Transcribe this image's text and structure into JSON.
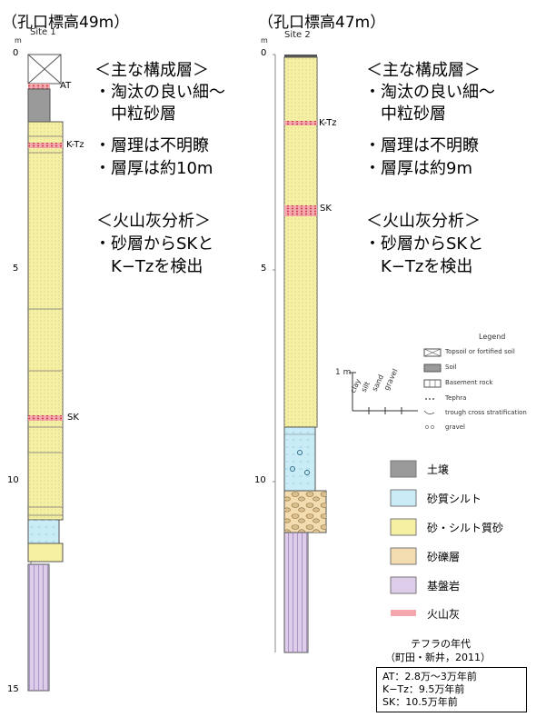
{
  "colors": {
    "sand": "#f5f0a2",
    "soil": "#9a9a9a",
    "sandy_silt": "#c9ecf7",
    "gravel": "#f3dcb0",
    "basement": "#ddcdeb",
    "tephra": "#f4a8ae",
    "tephra_dots": "#c0232f"
  },
  "site1": {
    "heading": "（孔口標高49m）",
    "axis_unit": "m",
    "name": "Site 1",
    "ticks": [
      "0",
      "5",
      "10",
      "15"
    ],
    "tephra_labels": [
      "AT",
      "K-Tz",
      "SK"
    ],
    "notes": {
      "composition_title": "＜主な構成層＞",
      "lines": [
        "・淘汰の良い細～",
        "中粒砂層",
        "・層理は不明瞭",
        "・層厚は約10m"
      ],
      "ash_title": "＜火山灰分析＞",
      "ash_lines": [
        "・砂層からSKと",
        "K−Tzを検出"
      ]
    }
  },
  "site2": {
    "heading": "（孔口標高47m）",
    "axis_unit": "m",
    "name": "Site 2",
    "ticks": [
      "0",
      "5",
      "10"
    ],
    "tephra_labels": [
      "K-Tz",
      "SK"
    ],
    "notes": {
      "composition_title": "＜主な構成層＞",
      "lines": [
        "・淘汰の良い細～",
        "中粒砂層",
        "・層理は不明瞭",
        "・層厚は約9m"
      ],
      "ash_title": "＜火山灰分析＞",
      "ash_lines": [
        "・砂層からSKと",
        "K−Tzを検出"
      ]
    }
  },
  "legend": {
    "title": "Legend",
    "items": [
      {
        "icon": "topsoil-icon",
        "label": "Topsoil or fortified soil"
      },
      {
        "icon": "soil-icon",
        "label": "Soil"
      },
      {
        "icon": "basement-rock-icon",
        "label": "Basement rock"
      },
      {
        "icon": "tephra-icon",
        "label": "Tephra"
      },
      {
        "icon": "trough-cross-icon",
        "label": "trough cross stratification"
      },
      {
        "icon": "gravel-icon",
        "label": "gravel"
      }
    ],
    "scale_label": "1 m",
    "grain_sizes": [
      "clay",
      "silt",
      "sand",
      "gravel"
    ]
  },
  "color_legend": [
    {
      "label": "土壌",
      "color_key": "soil"
    },
    {
      "label": "砂質シルト",
      "color_key": "sandy_silt"
    },
    {
      "label": "砂・シルト質砂",
      "color_key": "sand"
    },
    {
      "label": "砂礫層",
      "color_key": "gravel"
    },
    {
      "label": "基盤岩",
      "color_key": "basement"
    },
    {
      "label": "火山灰",
      "color_key": "tephra"
    }
  ],
  "ages": {
    "title": "テフラの年代",
    "source": "（町田・新井，2011）",
    "lines": [
      "AT：2.8万～3万年前",
      "K−Tz：9.5万年前",
      "SK：10.5万年前"
    ]
  }
}
